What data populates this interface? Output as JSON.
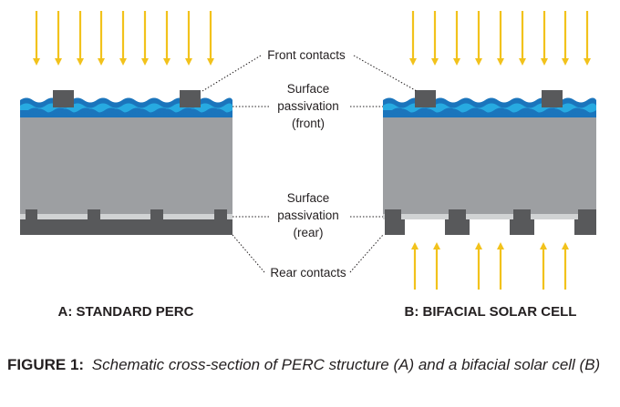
{
  "labels": {
    "front_contacts": "Front contacts",
    "surface_passivation_front": [
      "Surface",
      "passivation",
      "(front)"
    ],
    "surface_passivation_rear": [
      "Surface",
      "passivation",
      "(rear)"
    ],
    "rear_contacts": "Rear contacts"
  },
  "panels": {
    "a_title": "A: STANDARD PERC",
    "b_title": "B: BIFACIAL SOLAR CELL"
  },
  "caption": {
    "label": "FIGURE 1:",
    "text": "Schematic cross-section of PERC structure (A) and a bifacial solar cell (B)"
  },
  "colors": {
    "sun_arrow": "#f2c21b",
    "silicon": "#9d9fa2",
    "contact": "#58595b",
    "passivation_front_dark": "#1b75bc",
    "passivation_front_light": "#27aae1",
    "passivation_rear": "#d1d3d4",
    "leader_line": "#231f20"
  }
}
